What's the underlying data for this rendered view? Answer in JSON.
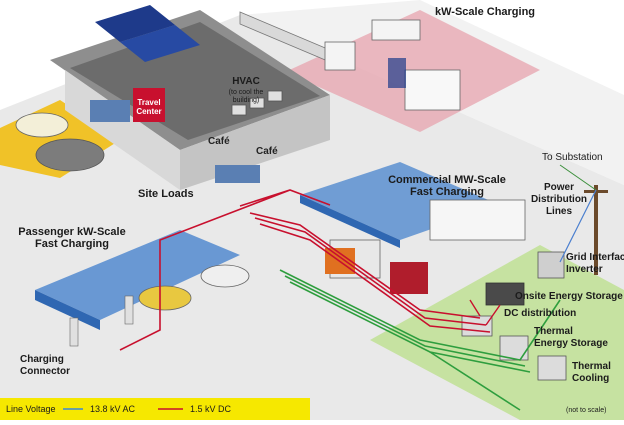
{
  "labels": {
    "kw_scale_charging": "kW-Scale Charging",
    "hvac_title": "HVAC",
    "hvac_note_1": "(to cool the",
    "hvac_note_2": "building)",
    "travel_center_1": "Travel",
    "travel_center_2": "Center",
    "cafe": "Café",
    "site_loads": "Site Loads",
    "commercial_1": "Commercial MW-Scale",
    "commercial_2": "Fast Charging",
    "to_substation": "To Substation",
    "power_1": "Power",
    "power_2": "Distribution",
    "power_3": "Lines",
    "grid_1": "Grid Interface",
    "grid_2": "Inverter",
    "onsite_storage": "Onsite Energy Storage",
    "dc_distribution": "DC distribution",
    "thermal_storage_1": "Thermal",
    "thermal_storage_2": "Energy Storage",
    "thermal_cooling_1": "Thermal",
    "thermal_cooling_2": "Cooling",
    "passenger_1": "Passenger kW-Scale",
    "passenger_2": "Fast Charging",
    "connector_1": "Charging",
    "connector_2": "Connector"
  },
  "legend": {
    "line_voltage": "Line Voltage",
    "ac": "13.8 kV AC",
    "dc": "1.5 kV DC",
    "scale_note": "(not to scale)"
  },
  "colors": {
    "line_voltage": "#3a88d8",
    "ac": "#9aa2c8",
    "dc": "#c8102e",
    "green_cable": "#2e9e3e",
    "legend_bar": "#f6e800"
  }
}
